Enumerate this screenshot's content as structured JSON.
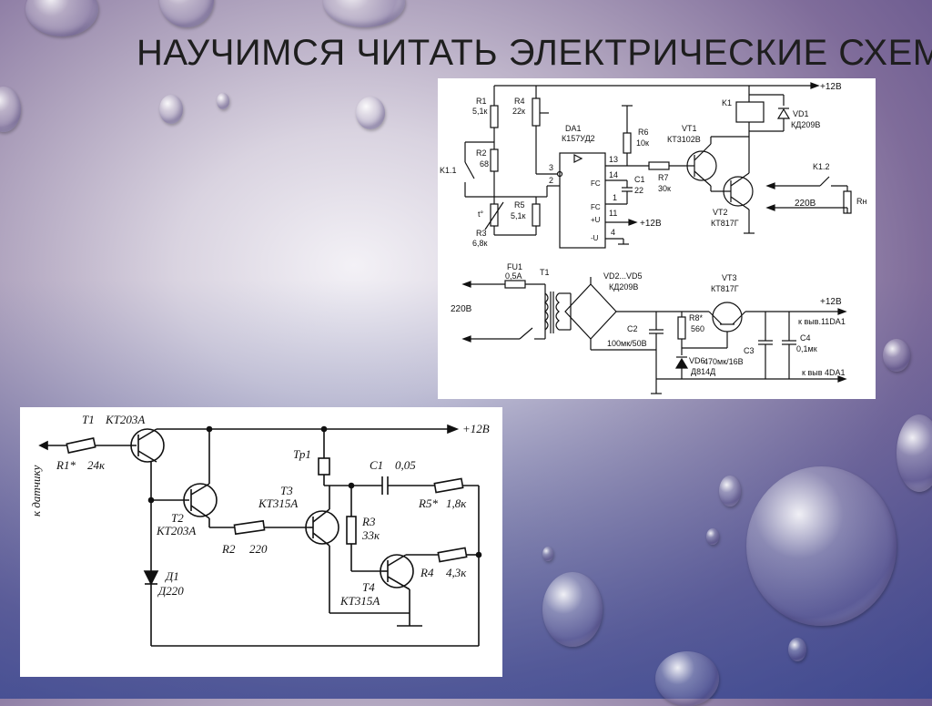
{
  "slide": {
    "title": "НАУЧИМСЯ ЧИТАТЬ ЭЛЕКТРИЧЕСКИЕ СХЕМЫ"
  },
  "diagram_top": {
    "supply": "+12В",
    "r1": [
      "R1",
      "5,1к"
    ],
    "r4": [
      "R4",
      "22к"
    ],
    "r2": [
      "R2",
      "68"
    ],
    "k11": "K1.1",
    "r3": [
      "R3",
      "6,8к"
    ],
    "r3_t": "t°",
    "r5": [
      "R5",
      "5,1к"
    ],
    "da1": [
      "DA1",
      "К157УД2"
    ],
    "pin3": "3",
    "pin2": "2",
    "pin13": "13",
    "pin14": "14",
    "pin1": "1",
    "pin11": "11",
    "pin4": "4",
    "fc1": "FC",
    "fc2": "FC",
    "minus_u": "-U",
    "plus_u": "+U",
    "supply2": "+12В",
    "r6": [
      "R6",
      "10к"
    ],
    "c1": [
      "C1",
      "22"
    ],
    "r7": [
      "R7",
      "30к"
    ],
    "vt1": [
      "VT1",
      "КТ3102В"
    ],
    "vt2": [
      "VT2",
      "КТ817Г"
    ],
    "k1": "K1",
    "vd1": [
      "VD1",
      "КД209В"
    ],
    "k12": "K1.2",
    "load_v": "220В",
    "rn": "Rн",
    "fu1": [
      "FU1",
      "0,5А"
    ],
    "t1": "T1",
    "bridge": [
      "VD2...VD5",
      "КД209В"
    ],
    "vt3": [
      "VT3",
      "КТ817Г"
    ],
    "supply3": "+12В",
    "out1": "к выв.11DA1",
    "mains": "220В",
    "c2": [
      "C2",
      "100мк/50В"
    ],
    "r8": [
      "R8*",
      "560"
    ],
    "c3": "C3",
    "c3v": "470мк/16В",
    "c4": [
      "C4",
      "0,1мк"
    ],
    "vd6": [
      "VD6",
      "Д814Д"
    ],
    "out2": "к выв 4DA1"
  },
  "diagram_bottom": {
    "sensor": "к датчику",
    "t1": [
      "Т1",
      "КТ203А"
    ],
    "r1": [
      "R1*",
      "24к"
    ],
    "supply": "+12В",
    "t2": [
      "Т2",
      "КТ203А"
    ],
    "r2": [
      "R2",
      "220"
    ],
    "d1": [
      "Д1",
      "Д220"
    ],
    "tp1": "Тр1",
    "t3": [
      "Т3",
      "КТ315А"
    ],
    "c1": [
      "С1",
      "0,05"
    ],
    "r5": [
      "R5*",
      "1,8к"
    ],
    "r3": [
      "R3",
      "33к"
    ],
    "t4": [
      "Т4",
      "КТ315А"
    ],
    "r4": [
      "R4",
      "4,3к"
    ]
  }
}
